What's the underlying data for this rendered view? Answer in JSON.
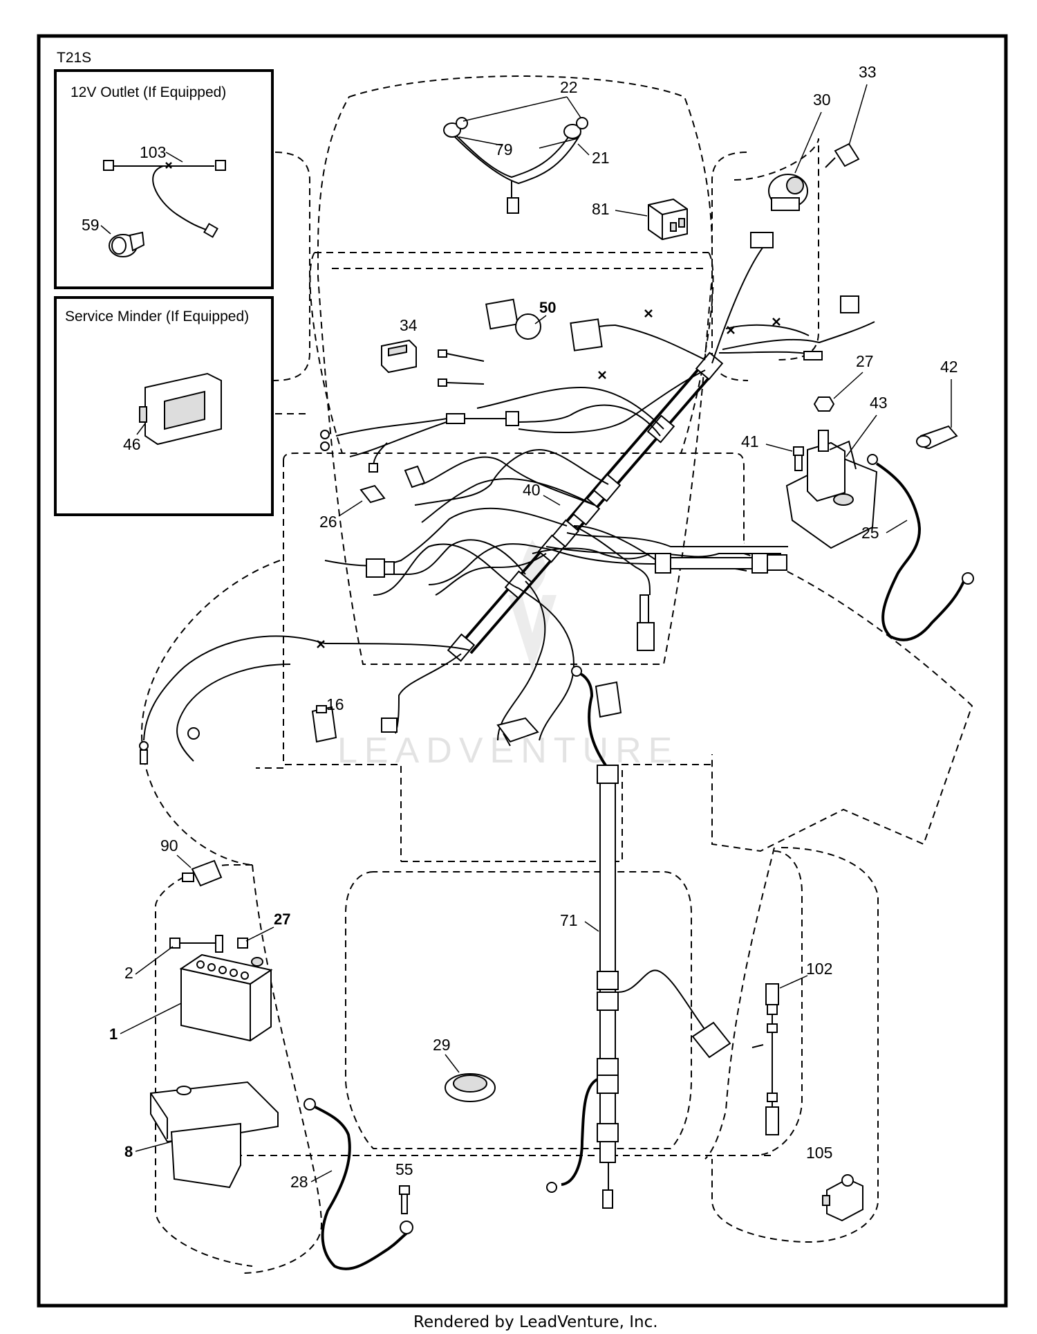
{
  "diagram_id": "T21S",
  "insets": {
    "outlet_title": "12V Outlet (If Equipped)",
    "service_minder_title": "Service Minder (If Equipped)"
  },
  "callouts": {
    "c1": "1",
    "c2": "2",
    "c8": "8",
    "c16": "16",
    "c21": "21",
    "c22": "22",
    "c25": "25",
    "c26": "26",
    "c27a": "27",
    "c27b": "27",
    "c28": "28",
    "c29": "29",
    "c30": "30",
    "c33": "33",
    "c34": "34",
    "c40": "40",
    "c41": "41",
    "c42": "42",
    "c43": "43",
    "c46": "46",
    "c50": "50",
    "c55": "55",
    "c59": "59",
    "c71": "71",
    "c79": "79",
    "c81": "81",
    "c90": "90",
    "c102": "102",
    "c103": "103",
    "c105": "105"
  },
  "watermark": "LEADVENTURE",
  "footer": "Rendered by LeadVenture, Inc.",
  "colors": {
    "line": "#000000",
    "background": "#ffffff",
    "watermark": "#e3e3e3"
  }
}
